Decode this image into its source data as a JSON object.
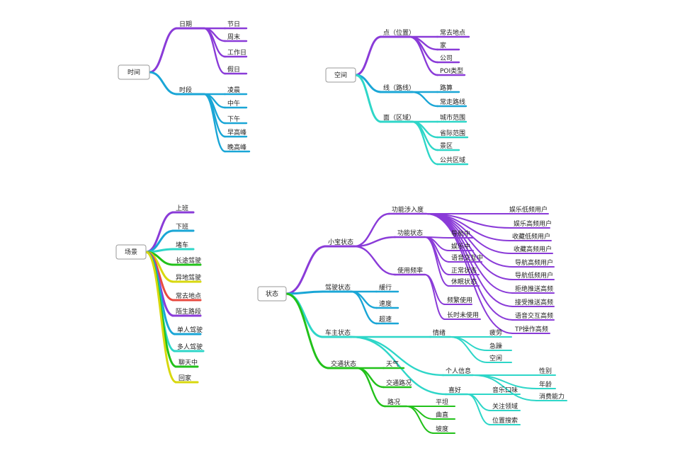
{
  "colors": {
    "purple": "#8a3bd8",
    "blue": "#1aa6d6",
    "teal": "#2ed6c8",
    "green": "#22c11a",
    "yellow": "#d8d80e",
    "red": "#e84a40"
  },
  "trees": [
    {
      "root": "时间",
      "children": [
        {
          "label": "日期",
          "color": "purple",
          "children": [
            {
              "label": "节日"
            },
            {
              "label": "周末"
            },
            {
              "label": "工作日"
            },
            {
              "label": "假日"
            }
          ]
        },
        {
          "label": "时段",
          "color": "blue",
          "children": [
            {
              "label": "凌晨"
            },
            {
              "label": "中午"
            },
            {
              "label": "下午"
            },
            {
              "label": "早高峰"
            },
            {
              "label": "晚高峰"
            }
          ]
        }
      ]
    },
    {
      "root": "空间",
      "children": [
        {
          "label": "点（位置）",
          "color": "purple",
          "children": [
            {
              "label": "常去地点"
            },
            {
              "label": "家"
            },
            {
              "label": "公司"
            },
            {
              "label": "POI类型"
            }
          ]
        },
        {
          "label": "线（路线）",
          "color": "blue",
          "children": [
            {
              "label": "路算"
            },
            {
              "label": "常走路线"
            }
          ]
        },
        {
          "label": "面（区域）",
          "color": "teal",
          "children": [
            {
              "label": "城市范围"
            },
            {
              "label": "省际范围"
            },
            {
              "label": "景区"
            },
            {
              "label": "公共区域"
            }
          ]
        }
      ]
    },
    {
      "root": "场景",
      "children": [
        {
          "label": "上班",
          "color": "purple"
        },
        {
          "label": "下班",
          "color": "blue"
        },
        {
          "label": "堵车",
          "color": "teal"
        },
        {
          "label": "长途驾驶",
          "color": "green"
        },
        {
          "label": "异地驾驶",
          "color": "yellow"
        },
        {
          "label": "常去地点",
          "color": "red"
        },
        {
          "label": "陌生路段",
          "color": "purple"
        },
        {
          "label": "单人驾驶",
          "color": "blue"
        },
        {
          "label": "多人驾驶",
          "color": "teal"
        },
        {
          "label": "聊天中",
          "color": "green"
        },
        {
          "label": "回家",
          "color": "yellow"
        }
      ]
    },
    {
      "root": "状态",
      "children": [
        {
          "label": "小宝状态",
          "color": "purple",
          "children": [
            {
              "label": "功能涉入度",
              "children": [
                {
                  "label": "娱乐低频用户"
                },
                {
                  "label": "娱乐高频用户"
                },
                {
                  "label": "收藏低频用户"
                },
                {
                  "label": "收藏高频用户"
                },
                {
                  "label": "导航高频用户"
                },
                {
                  "label": "导航低频用户"
                },
                {
                  "label": "拒绝推送高频"
                },
                {
                  "label": "接受推送高频"
                },
                {
                  "label": "语音交互高频"
                },
                {
                  "label": "TP操作高频"
                }
              ]
            },
            {
              "label": "功能状态",
              "children": [
                {
                  "label": "导航中"
                },
                {
                  "label": "娱乐中"
                },
                {
                  "label": "语音交互中"
                },
                {
                  "label": "正常状态"
                },
                {
                  "label": "休眠状态"
                }
              ]
            },
            {
              "label": "使用频率",
              "children": [
                {
                  "label": "频繁使用"
                },
                {
                  "label": "长时未使用"
                }
              ]
            }
          ]
        },
        {
          "label": "驾驶状态",
          "color": "blue",
          "children": [
            {
              "label": "緩行"
            },
            {
              "label": "速度"
            },
            {
              "label": "超速"
            }
          ]
        },
        {
          "label": "车主状态",
          "color": "teal",
          "children": [
            {
              "label": "情绪",
              "children": [
                {
                  "label": "疲劳"
                },
                {
                  "label": "急躁"
                },
                {
                  "label": "空闲"
                }
              ]
            },
            {
              "label": "个人信息",
              "children": [
                {
                  "label": "性别"
                },
                {
                  "label": "年龄"
                },
                {
                  "label": "消费能力"
                }
              ]
            },
            {
              "label": "喜好",
              "children": [
                {
                  "label": "音乐口味"
                },
                {
                  "label": "关注领域"
                },
                {
                  "label": "位置搜索"
                }
              ]
            }
          ]
        },
        {
          "label": "交通状态",
          "color": "green",
          "children": [
            {
              "label": "天气"
            },
            {
              "label": "交通路况"
            },
            {
              "label": "路况",
              "children": [
                {
                  "label": "平坦"
                },
                {
                  "label": "曲直"
                },
                {
                  "label": "坡度"
                }
              ]
            }
          ]
        }
      ]
    }
  ]
}
